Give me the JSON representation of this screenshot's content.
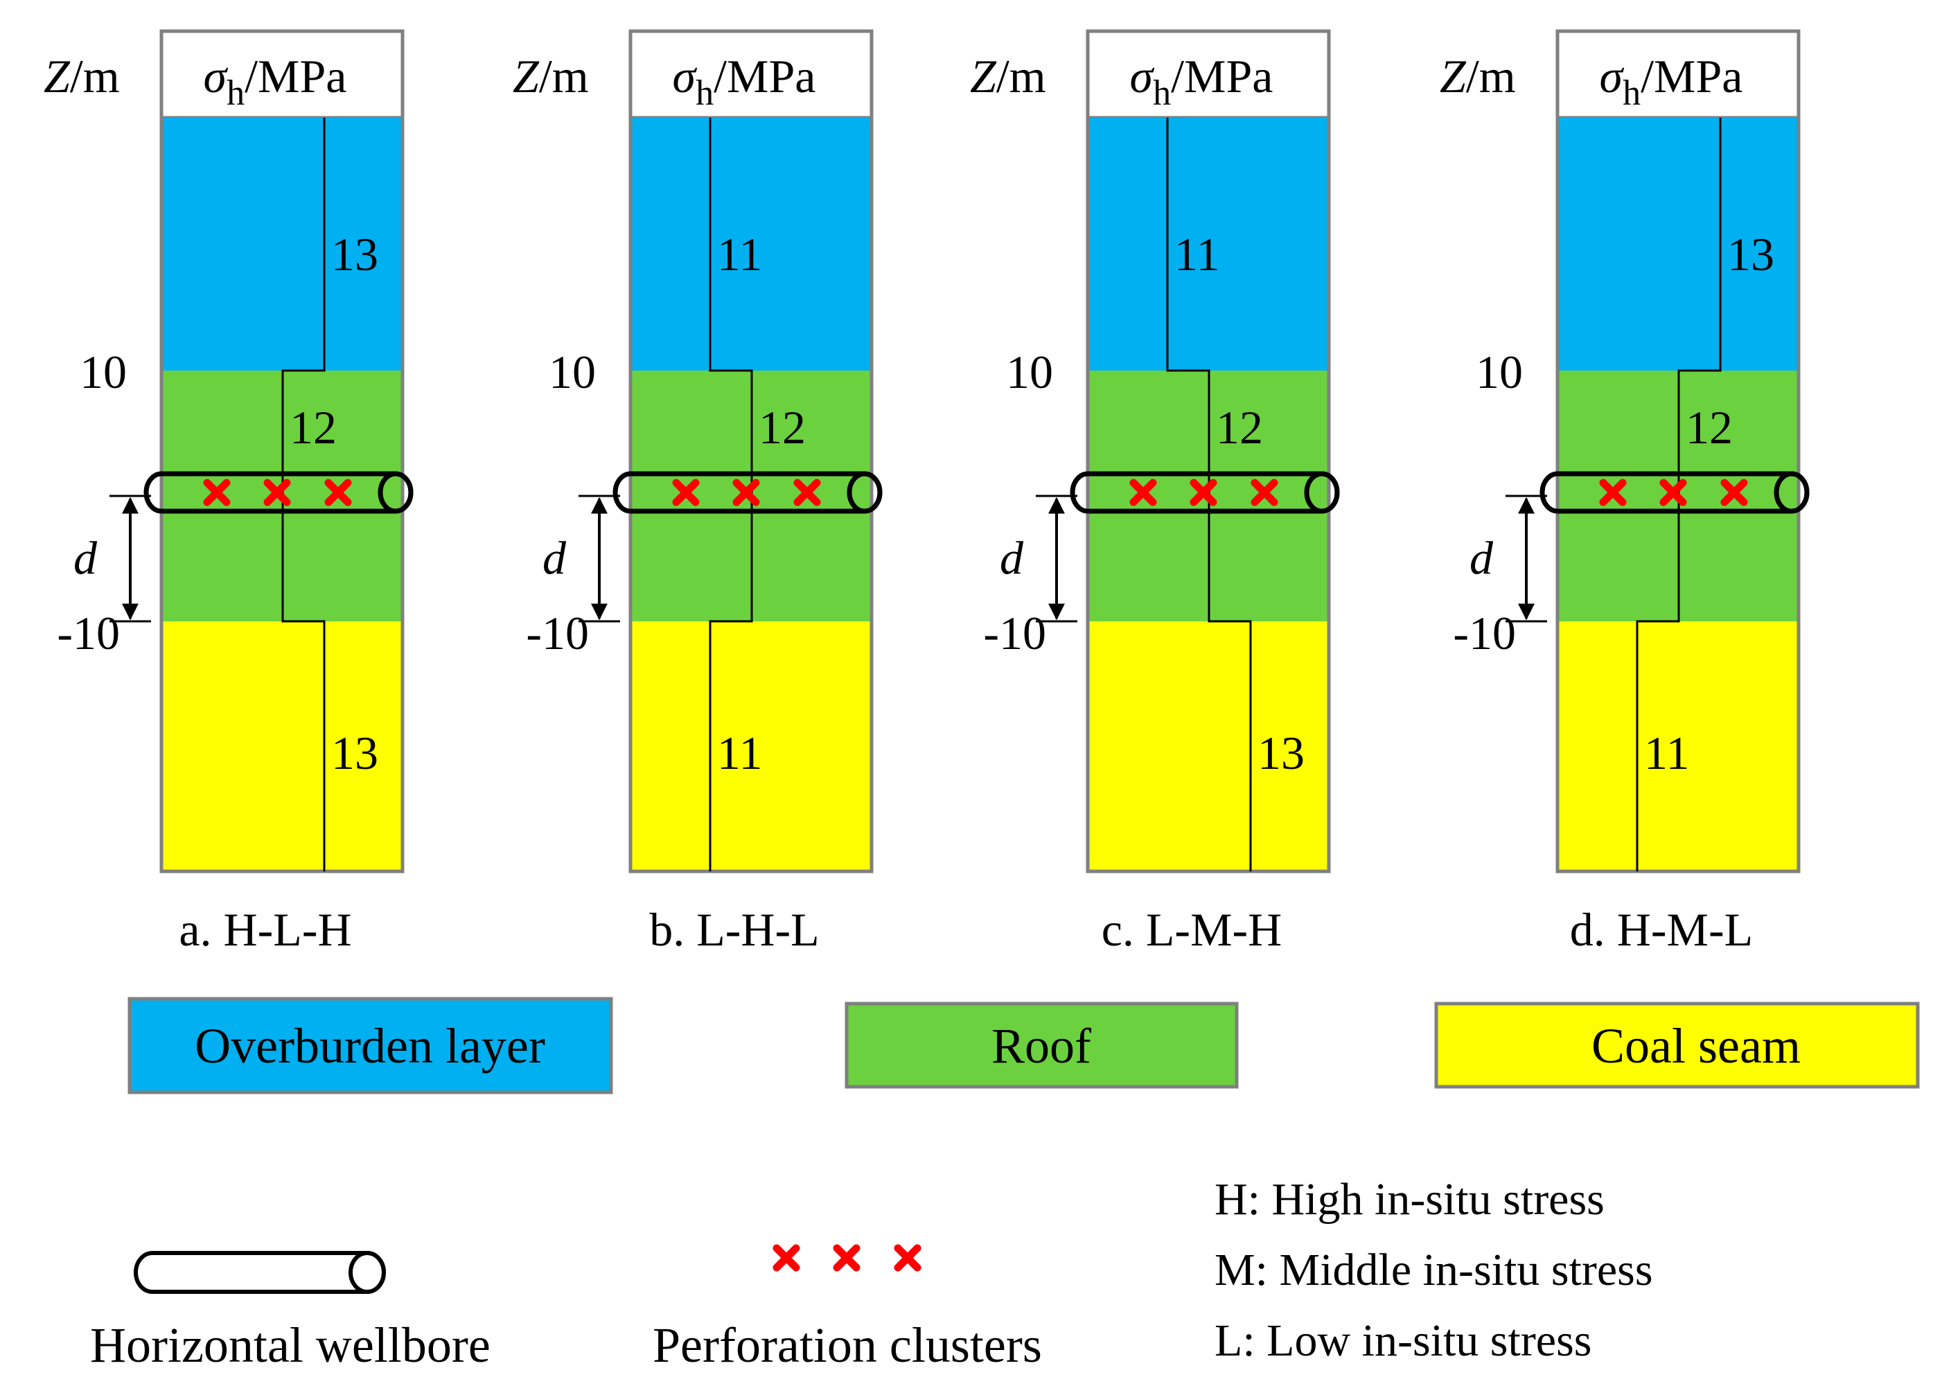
{
  "axis": {
    "depth_label": "Z/m",
    "stress_symbol": "σ",
    "stress_subscript": "h",
    "stress_unit": "/MPa",
    "tick_upper": "10",
    "tick_lower": "-10",
    "spacing_label": "d"
  },
  "panels": [
    {
      "letter": "a.",
      "case": "H-L-H",
      "overburden": "13",
      "roof": "12",
      "coal": "13"
    },
    {
      "letter": "b.",
      "case": "L-H-L",
      "overburden": "11",
      "roof": "12",
      "coal": "11"
    },
    {
      "letter": "c.",
      "case": "L-M-H",
      "overburden": "11",
      "roof": "12",
      "coal": "13"
    },
    {
      "letter": "d.",
      "case": "H-M-L",
      "overburden": "13",
      "roof": "12",
      "coal": "11"
    }
  ],
  "layers": {
    "overburden": {
      "label": "Overburden layer",
      "color": "#00b0f0"
    },
    "roof": {
      "label": "Roof",
      "color": "#6cd13f"
    },
    "coal": {
      "label": "Coal seam",
      "color": "#ffff00"
    }
  },
  "symbols": {
    "wellbore_label": "Horizontal wellbore",
    "wellbore_icon": "cylinder",
    "perforation_label": "Perforation clusters",
    "perforation_icon": "red-x-marks",
    "perforation_color": "#ff0000"
  },
  "notes": [
    "H: High in-situ stress",
    "M: Middle in-situ stress",
    "L: Low in-situ stress"
  ]
}
